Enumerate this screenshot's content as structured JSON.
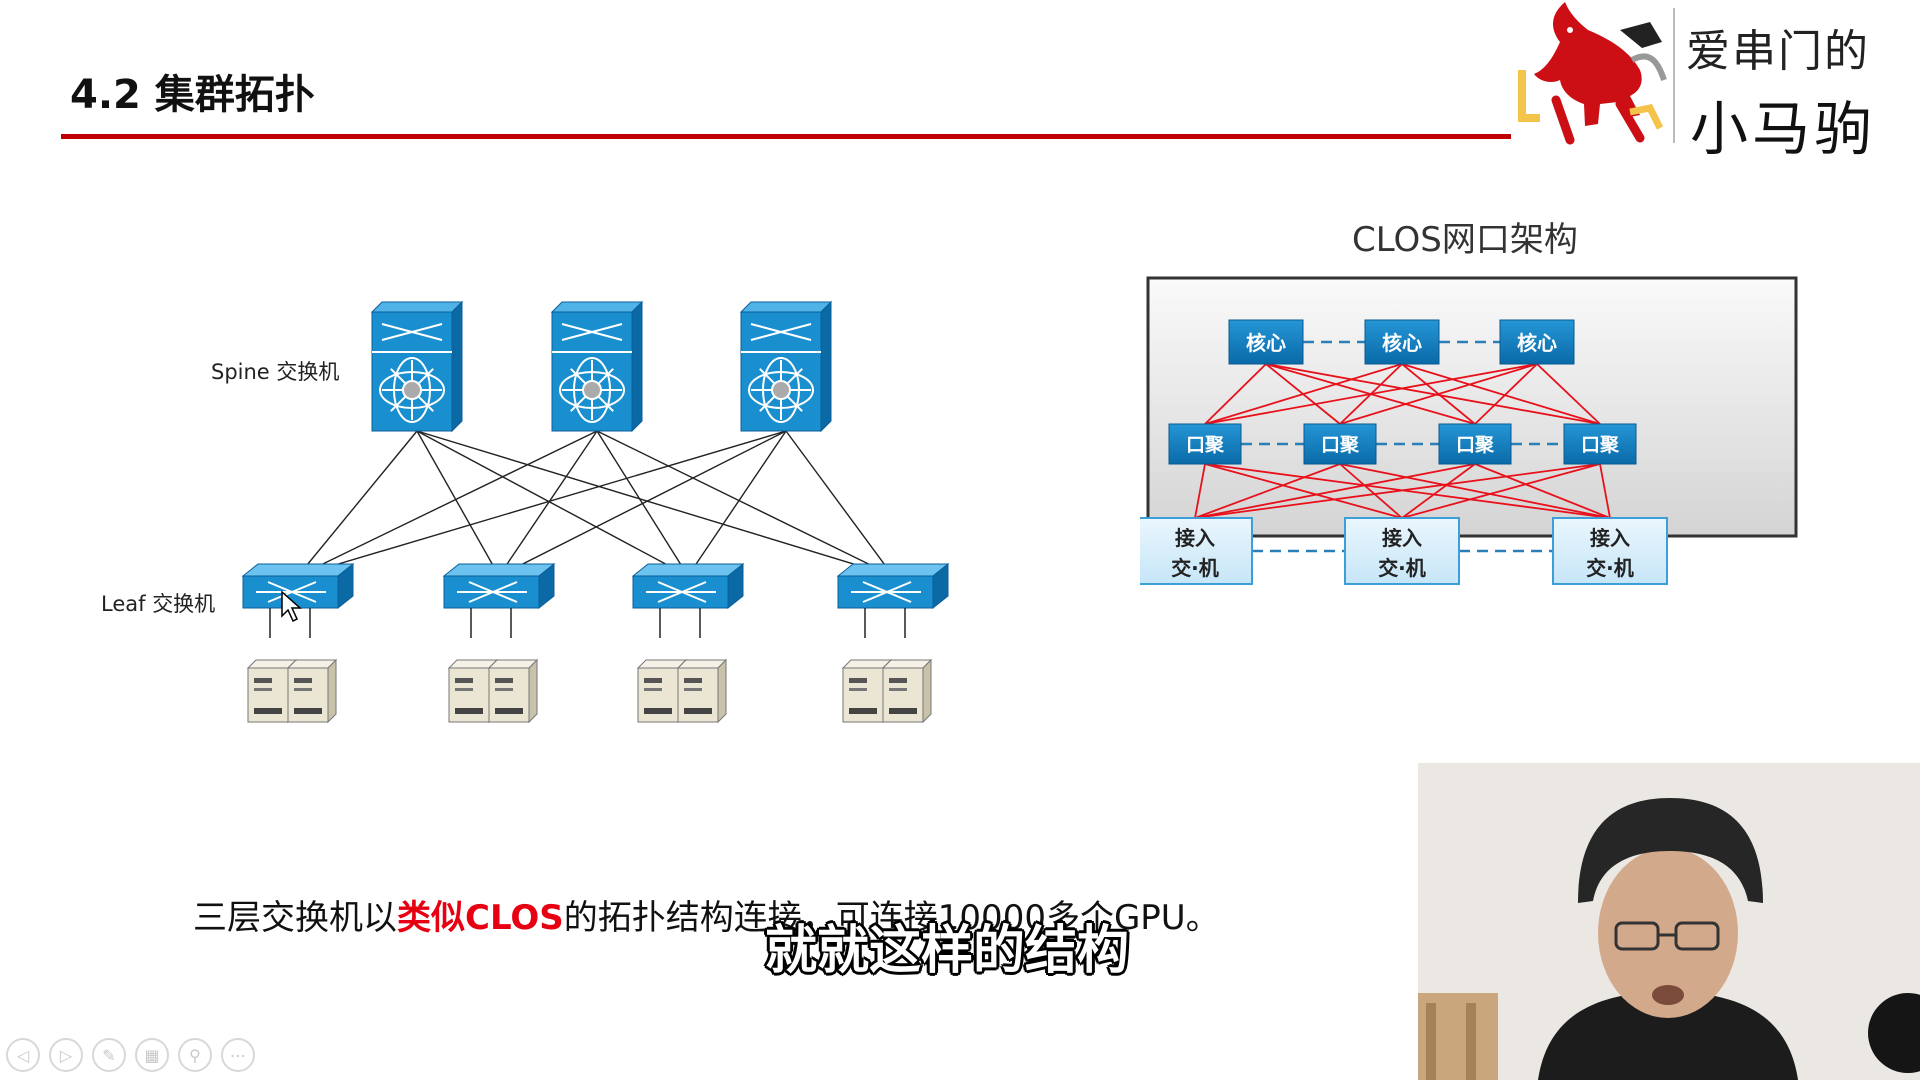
{
  "slide": {
    "title": "4.2 集群拓扑",
    "brand_line1": "爱串门的",
    "brand_line2": "小马驹",
    "spine_label": "Spine 交换机",
    "leaf_label": "Leaf 交换机",
    "clos": {
      "title": "CLOS网口架构",
      "core_label": "核心",
      "agg_label": "口聚",
      "access_line1": "接入",
      "access_line2": "交·机"
    },
    "caption_pre": "三层交换机以",
    "caption_highlight": "类似CLOS",
    "caption_post": "的拓扑结构连接，可连接10000多个GPU。",
    "subtitle": "就就这样的结构"
  },
  "colors": {
    "accent_red": "#c00000",
    "highlight_red": "#e60012",
    "switch_blue": "#1a8fd0",
    "clos_link_red": "#e8111b",
    "clos_link_blue": "#2a7fb8"
  },
  "controls": [
    {
      "name": "prev",
      "icon": "arrow-left-icon",
      "glyph": "◁"
    },
    {
      "name": "next",
      "icon": "arrow-right-icon",
      "glyph": "▷"
    },
    {
      "name": "pen",
      "icon": "pen-icon",
      "glyph": "✎"
    },
    {
      "name": "slides",
      "icon": "grid-icon",
      "glyph": "▦"
    },
    {
      "name": "zoom",
      "icon": "zoom-icon",
      "glyph": "⚲"
    },
    {
      "name": "more",
      "icon": "more-icon",
      "glyph": "⋯"
    }
  ]
}
